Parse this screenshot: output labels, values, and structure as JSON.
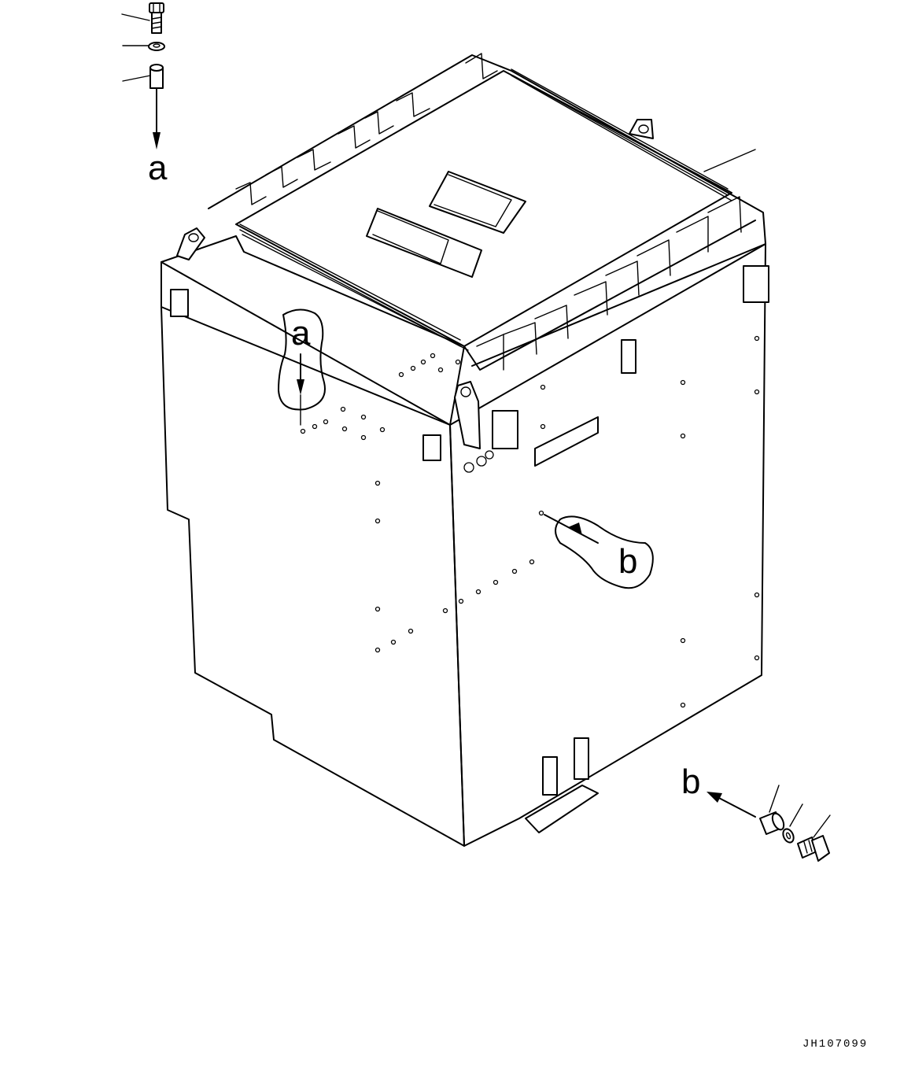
{
  "callouts": {
    "top_left": "a",
    "on_box_top": "a",
    "on_box_side": "b",
    "bottom_right": "b"
  },
  "drawing_code": "JH107099"
}
